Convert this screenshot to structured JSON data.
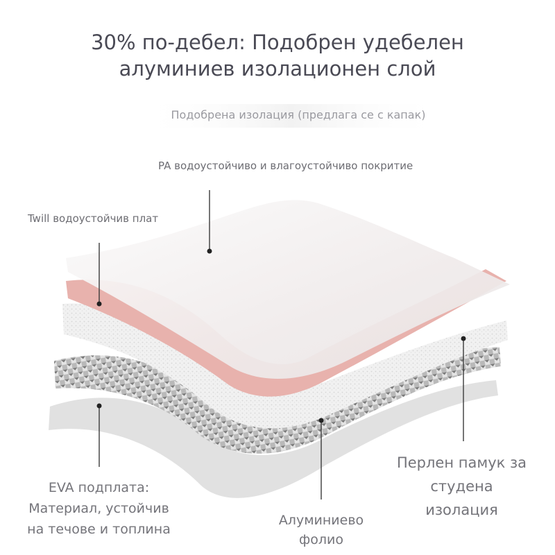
{
  "header": {
    "title": "30% по-дебел: Подобрен удебелен\nалуминиев изолационен слой",
    "subtitle": "Подобрена изолация (предлага се с капак)"
  },
  "labels": {
    "pa_coating": "PA водоустойчиво и влагоустойчиво покритие",
    "twill": "Twill водоустойчив плат",
    "pearl_cotton": "Перлен памук за\nстудена\nизолация",
    "aluminum_foil": "Алуминиево\nфолио",
    "eva_lining": "EVA подплата:\nМатериал, устойчив\nна течове и топлина"
  },
  "colors": {
    "background": "#ffffff",
    "title": "#4a4a55",
    "pink_layer": "#e8b2ad",
    "pale_layer": "#f2eeee",
    "foam_layer": "#f0f0f0",
    "foil_layer": "#9a9a9a",
    "eva_layer": "#e2e2e2",
    "leader_line": "#333333"
  }
}
